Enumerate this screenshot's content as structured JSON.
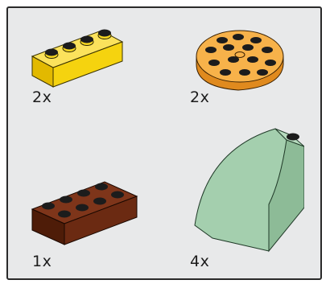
{
  "parts": [
    {
      "icon": "yellow-1x4-brick-icon",
      "quantity": "2x",
      "color": "#f5d30f"
    },
    {
      "icon": "orange-round-plate-icon",
      "quantity": "2x",
      "color": "#f7a83b"
    },
    {
      "icon": "brown-2x4-brick-icon",
      "quantity": "1x",
      "color": "#6b2a12"
    },
    {
      "icon": "sand-green-curved-slope-icon",
      "quantity": "4x",
      "color": "#99c4a3"
    }
  ]
}
